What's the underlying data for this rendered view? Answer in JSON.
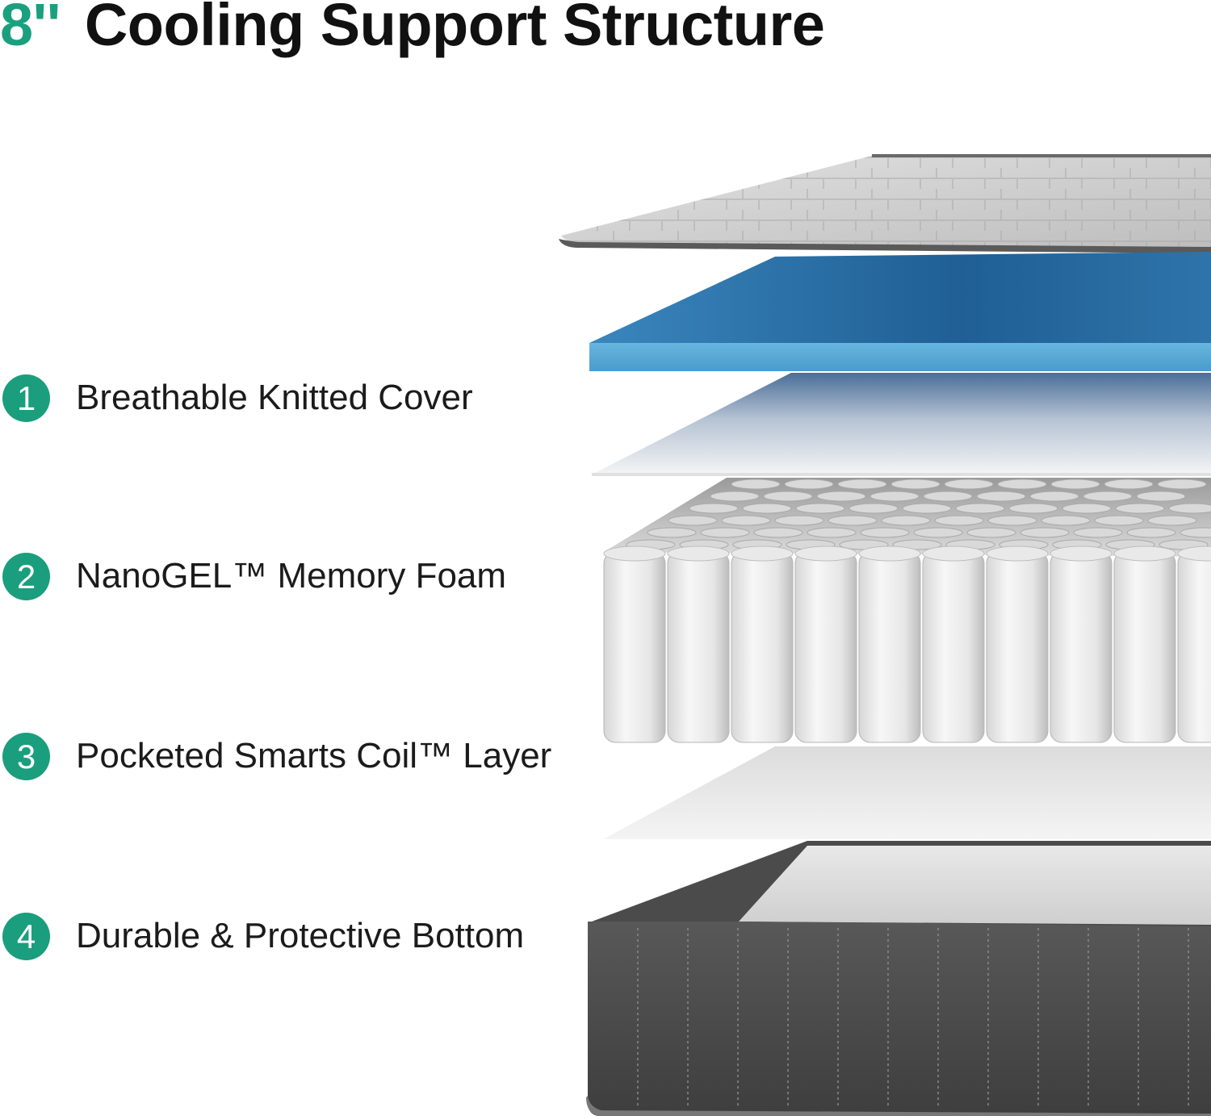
{
  "title": {
    "size": "8''",
    "text": "Cooling Support Structure"
  },
  "layers": [
    {
      "number": "1",
      "label": "Breathable Knitted Cover"
    },
    {
      "number": "2",
      "label": "NanoGEL™ Memory Foam"
    },
    {
      "number": "3",
      "label": "Pocketed Smarts Coil™ Layer"
    },
    {
      "number": "4",
      "label": "Durable & Protective Bottom"
    }
  ],
  "colors": {
    "accent": "#1a9e7d",
    "text": "#1b1b1b",
    "gel_foam": "#3b8fc4",
    "cover": "#c9c9c9",
    "base_fabric": "#4a4a4a"
  }
}
